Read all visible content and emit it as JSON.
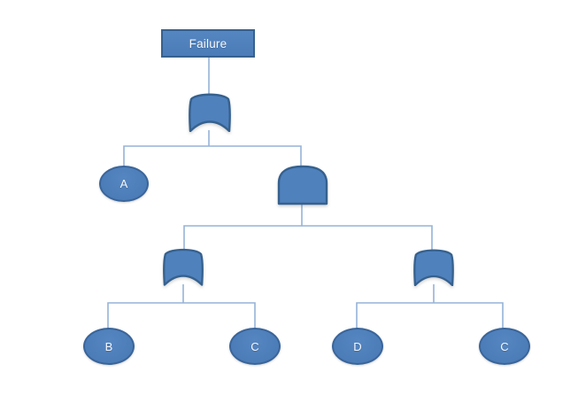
{
  "diagram": {
    "kind": "fault-tree",
    "background": "#ffffff",
    "palette": {
      "shape_fill": "#4f81bd",
      "shape_border": "#36618e",
      "connector": "#95b3d7",
      "label_text": "#ffffff"
    },
    "root": {
      "label": "Failure",
      "shape": "rectangle"
    },
    "gates": [
      {
        "id": "gate-top",
        "type": "OR",
        "parent": "Failure",
        "children": [
          "A",
          "gate-and"
        ]
      },
      {
        "id": "gate-and",
        "type": "AND",
        "parent": "gate-top",
        "children": [
          "gate-or-left",
          "gate-or-right"
        ]
      },
      {
        "id": "gate-or-left",
        "type": "OR",
        "parent": "gate-and",
        "children": [
          "B",
          "C"
        ]
      },
      {
        "id": "gate-or-right",
        "type": "OR",
        "parent": "gate-and",
        "children": [
          "D",
          "C"
        ]
      }
    ],
    "events": [
      {
        "label": "A"
      },
      {
        "label": "B"
      },
      {
        "label": "C"
      },
      {
        "label": "D"
      },
      {
        "label": "C"
      }
    ]
  }
}
